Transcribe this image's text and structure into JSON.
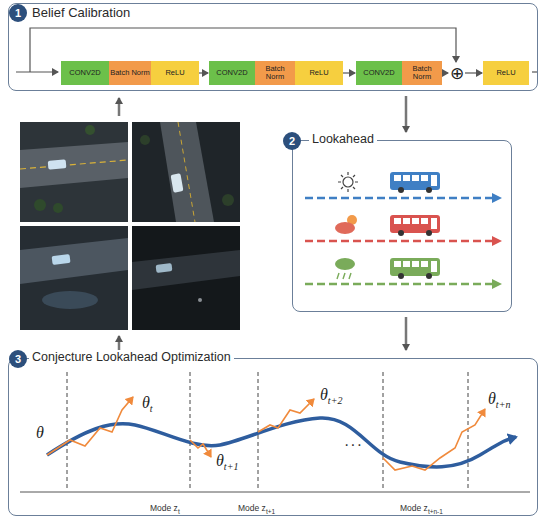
{
  "diagram": {
    "nodes": [
      {
        "text": [
          "Belief Calibration"
        ]
      },
      {
        "text": [
          "CONV2D"
        ],
        "in": 0
      },
      {
        "text": [
          "Batch Norm"
        ],
        "in": 0
      },
      {
        "text": [
          "ReLU"
        ],
        "in": 0
      },
      {
        "text": [
          "CONV2D"
        ],
        "in": 0
      },
      {
        "text": [
          "Batch Norm"
        ],
        "in": 0
      },
      {
        "text": [
          "ReLU"
        ],
        "in": 0
      },
      {
        "text": [
          "CONV2D"
        ],
        "in": 0
      },
      {
        "text": [
          "Batch Norm"
        ],
        "in": 0
      },
      {
        "text": [
          "⊕"
        ],
        "in": 0
      },
      {
        "text": [
          "ReLU"
        ],
        "in": 0
      },
      {
        "text": [
          "Lookahead"
        ]
      },
      {
        "text": [
          "Conjecture Lookahead Optimization"
        ]
      }
    ],
    "edges": [
      {
        "from": 3,
        "to": 4,
        "arrow": "to"
      },
      {
        "from": 6,
        "to": 7,
        "arrow": "to"
      },
      {
        "from": 8,
        "to": 9,
        "arrow": "to"
      },
      {
        "from": 9,
        "to": 10,
        "arrow": "to"
      },
      {
        "from": 0,
        "to": 11,
        "arrow": "to"
      },
      {
        "from": 11,
        "to": 12,
        "arrow": "to"
      }
    ],
    "labels": [
      "1",
      "2",
      "3",
      "θ",
      "θ",
      "t",
      "θ",
      "t+1",
      "θ",
      "t+2",
      "θ",
      "t+n",
      "···",
      "Mode z",
      "t",
      "Mode z",
      "t+1",
      "Mode z",
      "t+n-1"
    ]
  }
}
